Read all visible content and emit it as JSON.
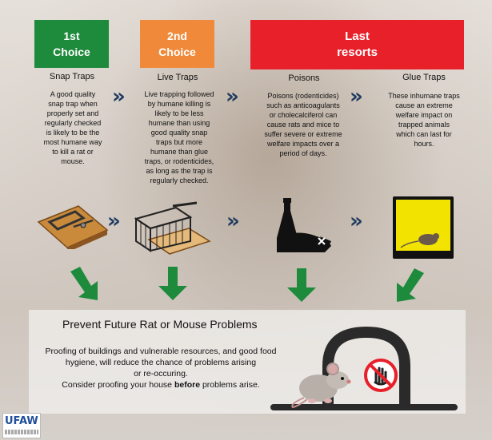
{
  "choices": [
    {
      "title_line1": "1st",
      "title_line2": "Choice",
      "color": "#1e8a3c",
      "subtitle": "Snap Traps",
      "description": [
        "A good quality",
        "snap trap when",
        "properly set and",
        "regularly checked",
        "is likely to be the",
        "most humane way",
        "to kill a rat or",
        "mouse."
      ]
    },
    {
      "title_line1": "2nd",
      "title_line2": "Choice",
      "color": "#f08a3a",
      "subtitle": "Live Traps",
      "description": [
        "Live trapping followed",
        "by humane killing  is",
        "likely to be less",
        "humane than using",
        "good quality snap",
        "traps but more",
        "humane than glue",
        "traps, or  rodenticides,",
        "as long as the trap is",
        "regularly checked."
      ]
    },
    {
      "title_line1": "Last",
      "title_line2": "resorts",
      "color": "#e8202a",
      "subtitle": "Poisons",
      "description": [
        "Poisons (rodenticides)",
        "such as anticoagulants",
        "or cholecalciferol can",
        "cause rats and mice to",
        "suffer severe or extreme",
        "welfare impacts over a",
        "period of days."
      ]
    },
    {
      "subtitle": "Glue Traps",
      "description": [
        "These inhumane traps",
        "cause an extreme",
        "welfare impact on",
        "trapped animals",
        "which can last for",
        "hours."
      ]
    }
  ],
  "chevron": "»",
  "icons": [
    "snap-trap-icon",
    "live-trap-icon",
    "poison-icon",
    "glue-trap-icon",
    "mouse-icon",
    "no-hand-icon"
  ],
  "arrow_color": "#1e8a3c",
  "prevent": {
    "title": "Prevent Future Rat or Mouse Problems",
    "line1": "Proofing of buildings and vulnerable resources, and good food",
    "line2": "hygiene, will reduce the chance of problems arising",
    "line3": "or re-occuring.",
    "line4_pre": "Consider proofing your house ",
    "line4_bold": "before",
    "line4_post": " problems arise."
  },
  "logo_text": "UFAW"
}
